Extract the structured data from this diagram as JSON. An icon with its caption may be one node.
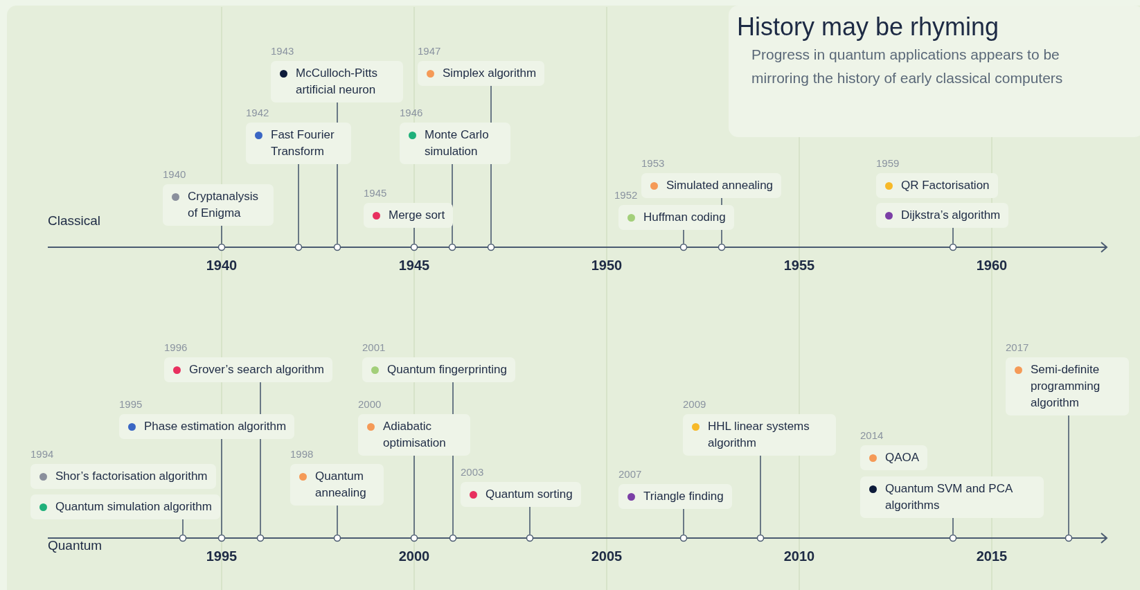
{
  "diagram": {
    "title": "History may be rhyming",
    "nodes": [
      {
        "text": [
          "1940",
          "Cryptanalysis of Enigma"
        ]
      },
      {
        "text": [
          "1942",
          "Fast Fourier Transform"
        ]
      },
      {
        "text": [
          "1943",
          "McCulloch-Pitts artificial neuron"
        ]
      },
      {
        "text": [
          "1945",
          "Merge sort"
        ]
      },
      {
        "text": [
          "1946",
          "Monte Carlo simulation"
        ]
      },
      {
        "text": [
          "1947",
          "Simplex algorithm"
        ]
      },
      {
        "text": [
          "1952",
          "Huffman coding"
        ]
      },
      {
        "text": [
          "1953",
          "Simulated annealing"
        ]
      },
      {
        "text": [
          "1959",
          "QR Factorisation"
        ]
      },
      {
        "text": [
          "Dijkstra’s algorithm"
        ]
      },
      {
        "text": [
          "1994",
          "Shor’s factorisation algorithm"
        ]
      },
      {
        "text": [
          "Quantum simulation algorithm"
        ]
      },
      {
        "text": [
          "1995",
          "Phase estimation algorithm"
        ]
      },
      {
        "text": [
          "1996",
          "Grover’s search algorithm"
        ]
      },
      {
        "text": [
          "1998",
          "Quantum annealing"
        ]
      },
      {
        "text": [
          "2000",
          "Adiabatic optimisation"
        ]
      },
      {
        "text": [
          "2001",
          "Quantum fingerprinting"
        ]
      },
      {
        "text": [
          "2003",
          "Quantum sorting"
        ]
      },
      {
        "text": [
          "2007",
          "Triangle finding"
        ]
      },
      {
        "text": [
          "2009",
          "HHL linear systems algorithm"
        ]
      },
      {
        "text": [
          "2014",
          "QAOA"
        ]
      },
      {
        "text": [
          "Quantum SVM and PCA algorithms"
        ]
      },
      {
        "text": [
          "2017",
          "Semi-definite programming algorithm"
        ]
      },
      {
        "text": [],
        "shape": "circle"
      },
      {
        "text": [],
        "shape": "circle"
      },
      {
        "text": [],
        "shape": "circle"
      },
      {
        "text": [],
        "shape": "circle"
      },
      {
        "text": [],
        "shape": "circle"
      },
      {
        "text": [],
        "shape": "circle"
      },
      {
        "text": [],
        "shape": "circle"
      },
      {
        "text": [],
        "shape": "circle"
      },
      {
        "text": [],
        "shape": "circle"
      },
      {
        "text": [],
        "shape": "circle"
      },
      {
        "text": [],
        "shape": "circle"
      },
      {
        "text": [],
        "shape": "circle"
      },
      {
        "text": [],
        "shape": "circle"
      },
      {
        "text": [],
        "shape": "circle"
      },
      {
        "text": [],
        "shape": "circle"
      },
      {
        "text": [],
        "shape": "circle"
      },
      {
        "text": [],
        "shape": "circle"
      },
      {
        "text": [],
        "shape": "circle"
      },
      {
        "text": [],
        "shape": "circle"
      },
      {
        "text": [],
        "shape": "circle"
      }
    ],
    "edges": [
      {
        "from": 0,
        "to": 23,
        "arrow": "none"
      },
      {
        "from": 1,
        "to": 24,
        "arrow": "none"
      },
      {
        "from": 2,
        "to": 25,
        "arrow": "none"
      },
      {
        "from": 3,
        "to": 26,
        "arrow": "none"
      },
      {
        "from": 4,
        "to": 27,
        "arrow": "none"
      },
      {
        "from": 5,
        "to": 28,
        "arrow": "none"
      },
      {
        "from": 6,
        "to": 29,
        "arrow": "none"
      },
      {
        "from": 7,
        "to": 30,
        "arrow": "none"
      },
      {
        "from": 9,
        "to": 31,
        "arrow": "none"
      },
      {
        "from": 11,
        "to": 32,
        "arrow": "none"
      },
      {
        "from": 12,
        "to": 33,
        "arrow": "none"
      },
      {
        "from": 13,
        "to": 34,
        "arrow": "none"
      },
      {
        "from": 14,
        "to": 35,
        "arrow": "none"
      },
      {
        "from": 15,
        "to": 36,
        "arrow": "none"
      },
      {
        "from": 16,
        "to": 37,
        "arrow": "none"
      },
      {
        "from": 17,
        "to": 38,
        "arrow": "none"
      },
      {
        "from": 18,
        "to": 39,
        "arrow": "none"
      },
      {
        "from": 19,
        "to": 40,
        "arrow": "none"
      },
      {
        "from": 21,
        "to": 41,
        "arrow": "none"
      },
      {
        "from": 22,
        "to": 42,
        "arrow": "none"
      }
    ],
    "labels": [
      "Progress in quantum applications appears to be mirroring the history of early classical computers",
      "Classical",
      "1940",
      "1945",
      "1950",
      "1955",
      "1960",
      "Quantum",
      "1995",
      "2000",
      "2005",
      "2010",
      "2015"
    ]
  }
}
